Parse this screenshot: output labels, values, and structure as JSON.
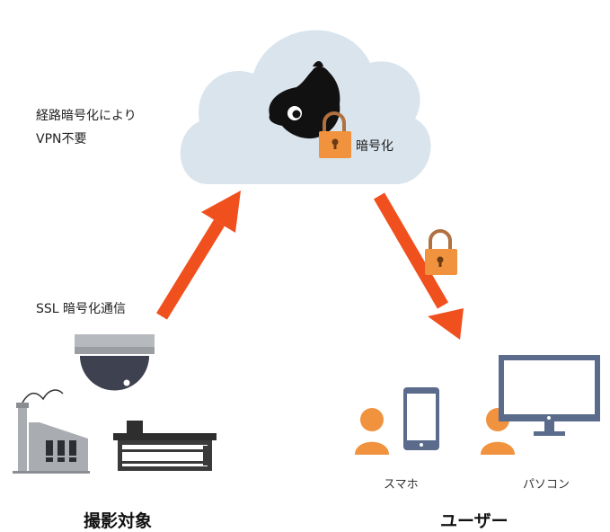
{
  "labels": {
    "route_line1": "経路暗号化により",
    "route_line2": "VPN不要",
    "cloud_encryption": "暗号化",
    "ssl": "SSL 暗号化通信",
    "subjects": "撮影対象",
    "users": "ユーザー",
    "smartphone": "スマホ",
    "pc": "パソコン"
  },
  "colors": {
    "cloud": "#d9e4ec",
    "arrow": "#f0501e",
    "lock_body": "#f0923e",
    "lock_shackle": "#b07040",
    "person": "#f0923e",
    "device": "#5a6b8c",
    "camera": "#3e4250",
    "factory": "#a9adb2",
    "machine": "#3a3a3a"
  },
  "icons": {
    "mascot": "dog-head-icon",
    "lock": "padlock-icon",
    "camera": "dome-camera-icon",
    "factory": "factory-icon",
    "machine": "machine-icon",
    "person": "person-icon",
    "smartphone": "smartphone-icon",
    "monitor": "monitor-icon"
  }
}
